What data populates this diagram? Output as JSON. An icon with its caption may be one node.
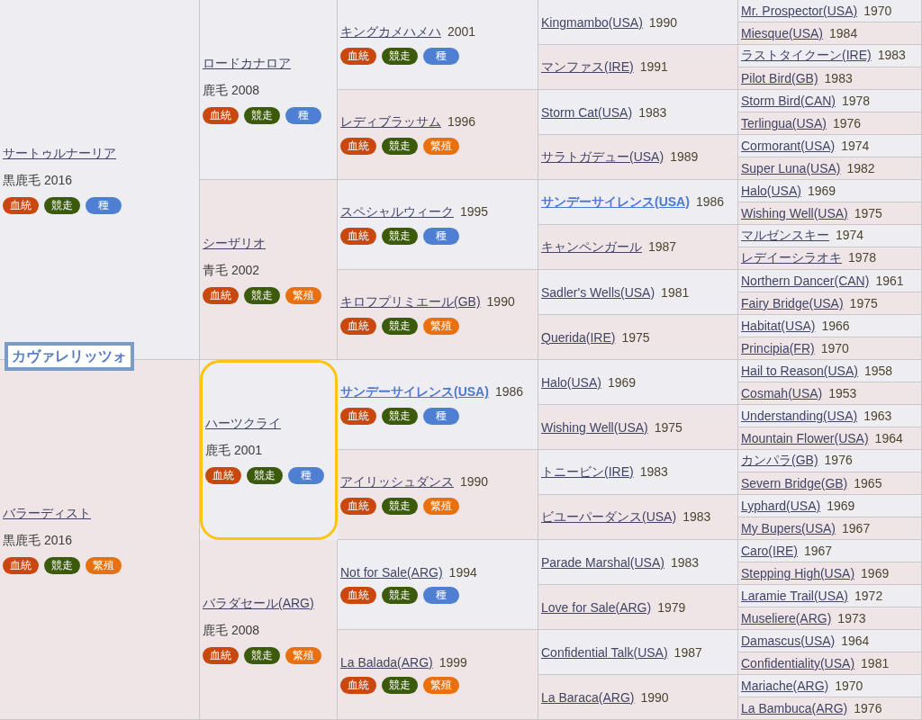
{
  "diagram": {
    "title": "カヴァレリッツォ",
    "nodes": [
      {
        "text": [
          "サートゥルナーリア",
          "黒鹿毛 2016"
        ]
      },
      {
        "text": [
          "血統"
        ],
        "in": 0
      },
      {
        "text": [
          "競走"
        ],
        "in": 0
      },
      {
        "text": [
          "種"
        ],
        "in": 0
      },
      {
        "text": [
          "ロードカナロア",
          "鹿毛 2008"
        ]
      },
      {
        "text": [
          "血統"
        ],
        "in": 4
      },
      {
        "text": [
          "競走"
        ],
        "in": 4
      },
      {
        "text": [
          "種"
        ],
        "in": 4
      },
      {
        "text": [
          "キングカメハメハ",
          "2001"
        ]
      },
      {
        "text": [
          "血統"
        ],
        "in": 8
      },
      {
        "text": [
          "競走"
        ],
        "in": 8
      },
      {
        "text": [
          "種"
        ],
        "in": 8
      },
      {
        "text": [
          "Kingmambo(USA)",
          "1990"
        ]
      },
      {
        "text": [
          "Mr. Prospector(USA)",
          "1970"
        ]
      },
      {
        "text": [
          "Miesque(USA)",
          "1984"
        ]
      },
      {
        "text": [
          "マンファス(IRE)",
          "1991"
        ]
      },
      {
        "text": [
          "ラストタイクーン(IRE)",
          "1983"
        ]
      },
      {
        "text": [
          "Pilot Bird(GB)",
          "1983"
        ]
      },
      {
        "text": [
          "レディブラッサム",
          "1996"
        ]
      },
      {
        "text": [
          "血統"
        ],
        "in": 18
      },
      {
        "text": [
          "競走"
        ],
        "in": 18
      },
      {
        "text": [
          "繁殖"
        ],
        "in": 18
      },
      {
        "text": [
          "Storm Cat(USA)",
          "1983"
        ]
      },
      {
        "text": [
          "Storm Bird(CAN)",
          "1978"
        ]
      },
      {
        "text": [
          "Terlingua(USA)",
          "1976"
        ]
      },
      {
        "text": [
          "サラトガデュー(USA)",
          "1989"
        ]
      },
      {
        "text": [
          "Cormorant(USA)",
          "1974"
        ]
      },
      {
        "text": [
          "Super Luna(USA)",
          "1982"
        ]
      },
      {
        "text": [
          "シーザリオ",
          "青毛 2002"
        ]
      },
      {
        "text": [
          "血統"
        ],
        "in": 28
      },
      {
        "text": [
          "競走"
        ],
        "in": 28
      },
      {
        "text": [
          "繁殖"
        ],
        "in": 28
      },
      {
        "text": [
          "スペシャルウィーク",
          "1995"
        ]
      },
      {
        "text": [
          "血統"
        ],
        "in": 32
      },
      {
        "text": [
          "競走"
        ],
        "in": 32
      },
      {
        "text": [
          "種"
        ],
        "in": 32
      },
      {
        "text": [
          "サンデーサイレンス(USA)",
          "1986"
        ]
      },
      {
        "text": [
          "Halo(USA)",
          "1969"
        ]
      },
      {
        "text": [
          "Wishing Well(USA)",
          "1975"
        ]
      },
      {
        "text": [
          "キャンペンガール",
          "1987"
        ]
      },
      {
        "text": [
          "マルゼンスキー",
          "1974"
        ]
      },
      {
        "text": [
          "レデイーシラオキ",
          "1978"
        ]
      },
      {
        "text": [
          "キロフプリミエール(GB)",
          "1990"
        ]
      },
      {
        "text": [
          "血統"
        ],
        "in": 42
      },
      {
        "text": [
          "競走"
        ],
        "in": 42
      },
      {
        "text": [
          "繁殖"
        ],
        "in": 42
      },
      {
        "text": [
          "Sadler's Wells(USA)",
          "1981"
        ]
      },
      {
        "text": [
          "Northern Dancer(CAN)",
          "1961"
        ]
      },
      {
        "text": [
          "Fairy Bridge(USA)",
          "1975"
        ]
      },
      {
        "text": [
          "Querida(IRE)",
          "1975"
        ]
      },
      {
        "text": [
          "Habitat(USA)",
          "1966"
        ]
      },
      {
        "text": [
          "Principia(FR)",
          "1970"
        ]
      },
      {
        "text": [
          "バラーディスト",
          "黒鹿毛 2016"
        ]
      },
      {
        "text": [
          "血統"
        ],
        "in": 52
      },
      {
        "text": [
          "競走"
        ],
        "in": 52
      },
      {
        "text": [
          "繁殖"
        ],
        "in": 52
      },
      {
        "text": [
          "ハーツクライ",
          "鹿毛 2001"
        ]
      },
      {
        "text": [
          "血統"
        ],
        "in": 56
      },
      {
        "text": [
          "競走"
        ],
        "in": 56
      },
      {
        "text": [
          "種"
        ],
        "in": 56
      },
      {
        "text": [
          "サンデーサイレンス(USA)",
          "1986"
        ]
      },
      {
        "text": [
          "血統"
        ],
        "in": 60
      },
      {
        "text": [
          "競走"
        ],
        "in": 60
      },
      {
        "text": [
          "種"
        ],
        "in": 60
      },
      {
        "text": [
          "Halo(USA)",
          "1969"
        ]
      },
      {
        "text": [
          "Hail to Reason(USA)",
          "1958"
        ]
      },
      {
        "text": [
          "Cosmah(USA)",
          "1953"
        ]
      },
      {
        "text": [
          "Wishing Well(USA)",
          "1975"
        ]
      },
      {
        "text": [
          "Understanding(USA)",
          "1963"
        ]
      },
      {
        "text": [
          "Mountain Flower(USA)",
          "1964"
        ]
      },
      {
        "text": [
          "アイリッシュダンス",
          "1990"
        ]
      },
      {
        "text": [
          "血統"
        ],
        "in": 70
      },
      {
        "text": [
          "競走"
        ],
        "in": 70
      },
      {
        "text": [
          "繁殖"
        ],
        "in": 70
      },
      {
        "text": [
          "トニービン(IRE)",
          "1983"
        ]
      },
      {
        "text": [
          "カンパラ(GB)",
          "1976"
        ]
      },
      {
        "text": [
          "Severn Bridge(GB)",
          "1965"
        ]
      },
      {
        "text": [
          "ビユーパーダンス(USA)",
          "1983"
        ]
      },
      {
        "text": [
          "Lyphard(USA)",
          "1969"
        ]
      },
      {
        "text": [
          "My Bupers(USA)",
          "1967"
        ]
      },
      {
        "text": [
          "バラダセール(ARG)",
          "鹿毛 2008"
        ]
      },
      {
        "text": [
          "血統"
        ],
        "in": 80
      },
      {
        "text": [
          "競走"
        ],
        "in": 80
      },
      {
        "text": [
          "繁殖"
        ],
        "in": 80
      },
      {
        "text": [
          "Not for Sale(ARG)",
          "1994"
        ]
      },
      {
        "text": [
          "血統"
        ],
        "in": 84
      },
      {
        "text": [
          "競走"
        ],
        "in": 84
      },
      {
        "text": [
          "種"
        ],
        "in": 84
      },
      {
        "text": [
          "Parade Marshal(USA)",
          "1983"
        ]
      },
      {
        "text": [
          "Caro(IRE)",
          "1967"
        ]
      },
      {
        "text": [
          "Stepping High(USA)",
          "1969"
        ]
      },
      {
        "text": [
          "Love for Sale(ARG)",
          "1979"
        ]
      },
      {
        "text": [
          "Laramie Trail(USA)",
          "1972"
        ]
      },
      {
        "text": [
          "Museliere(ARG)",
          "1973"
        ]
      },
      {
        "text": [
          "La Balada(ARG)",
          "1999"
        ]
      },
      {
        "text": [
          "血統"
        ],
        "in": 94
      },
      {
        "text": [
          "競走"
        ],
        "in": 94
      },
      {
        "text": [
          "繁殖"
        ],
        "in": 94
      },
      {
        "text": [
          "Confidential Talk(USA)",
          "1987"
        ]
      },
      {
        "text": [
          "Damascus(USA)",
          "1964"
        ]
      },
      {
        "text": [
          "Confidentiality(USA)",
          "1981"
        ]
      },
      {
        "text": [
          "La Baraca(ARG)",
          "1990"
        ]
      },
      {
        "text": [
          "Mariache(ARG)",
          "1970"
        ]
      },
      {
        "text": [
          "La Bambuca(ARG)",
          "1976"
        ]
      }
    ]
  }
}
